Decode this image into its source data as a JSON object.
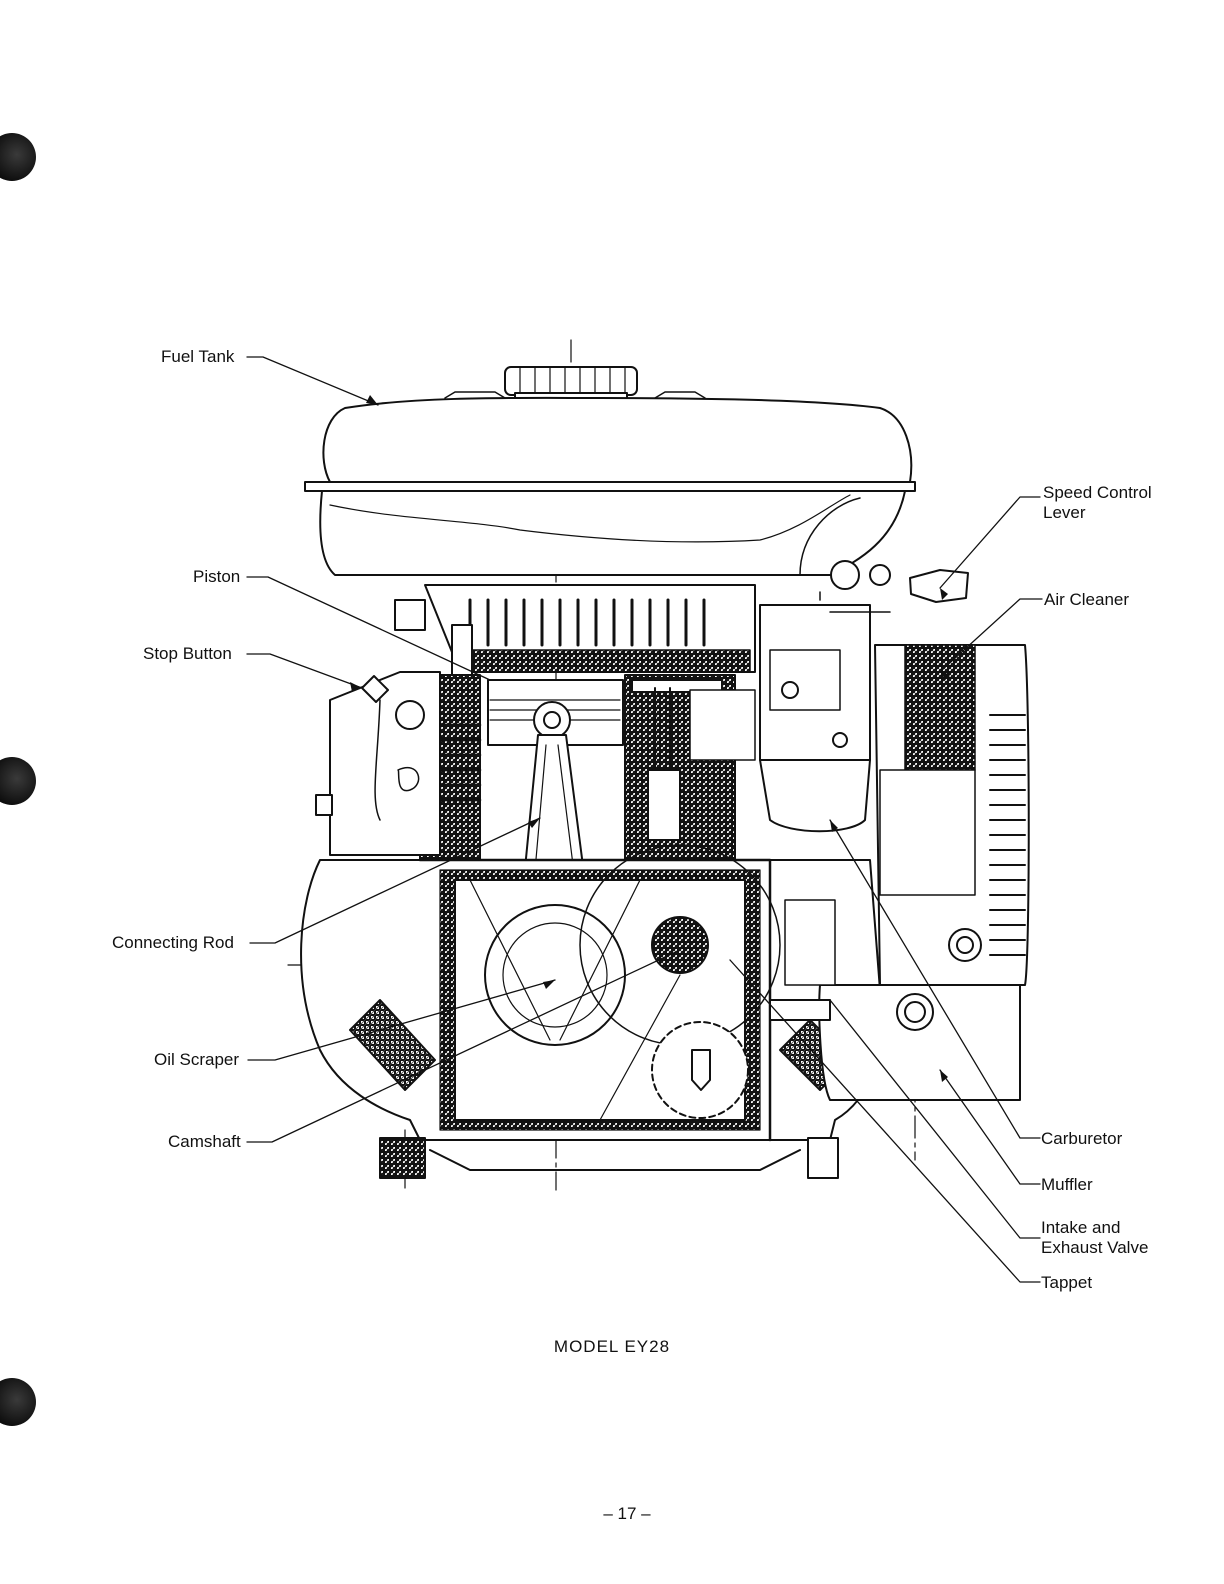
{
  "labels": {
    "fuel_tank": "Fuel Tank",
    "piston": "Piston",
    "stop_button": "Stop Button",
    "connecting_rod": "Connecting Rod",
    "oil_scraper": "Oil Scraper",
    "camshaft": "Camshaft",
    "speed_control_lever_line1": "Speed Control",
    "speed_control_lever_line2": "Lever",
    "air_cleaner": "Air Cleaner",
    "carburetor": "Carburetor",
    "muffler": "Muffler",
    "intake_exhaust_valve_line1": "Intake and",
    "intake_exhaust_valve_line2": "Exhaust Valve",
    "tappet": "Tappet"
  },
  "caption": "MODEL EY28",
  "page_number": "– 17 –"
}
